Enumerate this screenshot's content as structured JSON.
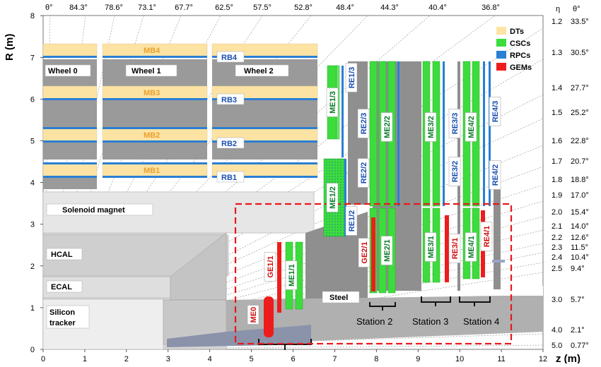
{
  "colors": {
    "dt": "#fde3a3",
    "dt_label": "#e8a030",
    "csc": "#3ddc3d",
    "csc_label": "#0a7a2a",
    "rpc": "#2a7fd4",
    "rpc_label": "#1a4fb0",
    "gem": "#ee1c1c",
    "gem_label": "#d01010",
    "steel": "#9a9a9a",
    "light_gray": "#dcdcdc",
    "mid_gray": "#bdbdbd",
    "dashed_box": "#e8181c",
    "beam_pipe": "#8a93aa"
  },
  "axes": {
    "y_title": "R (m)",
    "x_title": "z (m)",
    "y_ticks": [
      "0",
      "1",
      "2",
      "3",
      "4",
      "5",
      "6",
      "7",
      "8"
    ],
    "x_ticks": [
      "0",
      "1",
      "2",
      "3",
      "4",
      "5",
      "6",
      "7",
      "8",
      "9",
      "10",
      "11",
      "12"
    ],
    "theta_header": "θ°",
    "theta_top": [
      "84.3°",
      "78.6°",
      "73.1°",
      "67.7°",
      "62.5°",
      "57.5°",
      "52.8°",
      "48.4°",
      "44.3°",
      "40.4°",
      "36.8°"
    ],
    "eta_header": "η",
    "theta_right_header": "θ°",
    "eta_right": [
      {
        "eta": "1.2",
        "theta": "33.5°"
      },
      {
        "eta": "1.3",
        "theta": "30.5°"
      },
      {
        "eta": "1.4",
        "theta": "27.7°"
      },
      {
        "eta": "1.5",
        "theta": "25.2°"
      },
      {
        "eta": "1.6",
        "theta": "22.8°"
      },
      {
        "eta": "1.7",
        "theta": "20.7°"
      },
      {
        "eta": "1.8",
        "theta": "18.8°"
      },
      {
        "eta": "1.9",
        "theta": "17.0°"
      },
      {
        "eta": "2.0",
        "theta": "15.4°"
      },
      {
        "eta": "2.1",
        "theta": "14.0°"
      },
      {
        "eta": "2.2",
        "theta": "12.6°"
      },
      {
        "eta": "2.3",
        "theta": "11.5°"
      },
      {
        "eta": "2.4",
        "theta": "10.4°"
      },
      {
        "eta": "2.5",
        "theta": "9.4°"
      },
      {
        "eta": "3.0",
        "theta": "5.7°"
      },
      {
        "eta": "4.0",
        "theta": "2.1°"
      },
      {
        "eta": "5.0",
        "theta": "0.77°"
      }
    ]
  },
  "legend": [
    {
      "label": "DTs",
      "color_key": "dt"
    },
    {
      "label": "CSCs",
      "color_key": "csc"
    },
    {
      "label": "RPCs",
      "color_key": "rpc"
    },
    {
      "label": "GEMs",
      "color_key": "gem"
    }
  ],
  "wheels": [
    "Wheel 0",
    "Wheel 1",
    "Wheel 2"
  ],
  "dt_labels": [
    "MB4",
    "MB3",
    "MB2",
    "MB1"
  ],
  "barrel_rpc_labels": [
    "RB4",
    "RB3",
    "RB2",
    "RB1"
  ],
  "subdetectors": {
    "solenoid": "Solenoid magnet",
    "hcal": "HCAL",
    "ecal": "ECAL",
    "tracker_line1": "Silicon",
    "tracker_line2": "tracker",
    "steel": "Steel"
  },
  "endcap_csc": [
    "ME1/3",
    "ME1/2",
    "ME1/1",
    "ME2/2",
    "ME2/1",
    "ME3/2",
    "ME3/1",
    "ME4/2",
    "ME4/1"
  ],
  "endcap_rpc": [
    "RE1/3",
    "RE1/2",
    "RE2/3",
    "RE2/2",
    "RE3/3",
    "RE3/2",
    "RE4/3",
    "RE4/2"
  ],
  "gem_labels": [
    "GE1/1",
    "GE2/1",
    "RE3/1",
    "RE4/1",
    "ME0"
  ],
  "stations": [
    "Station 2",
    "Station 3",
    "Station 4"
  ]
}
